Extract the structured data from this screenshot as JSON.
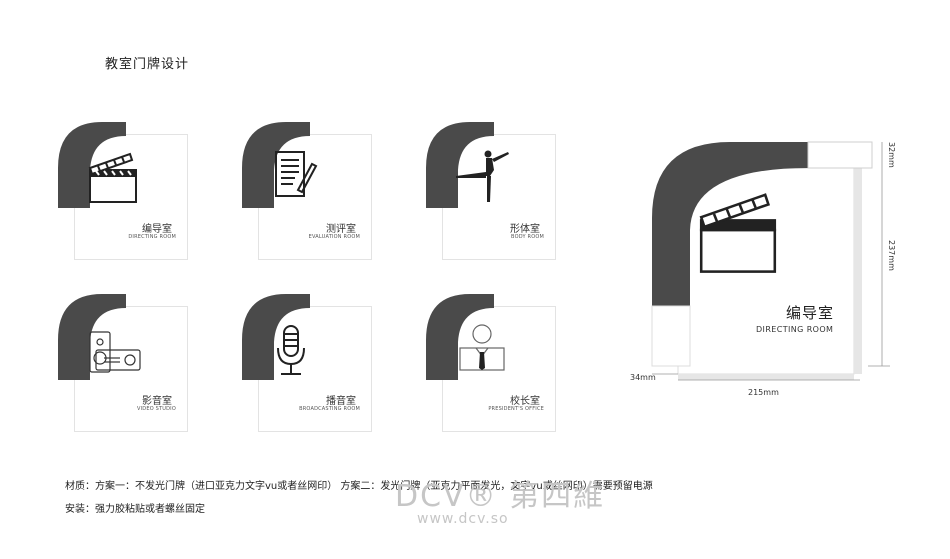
{
  "title": "教室门牌设计",
  "signs": [
    {
      "cn": "编导室",
      "en": "DIRECTING ROOM",
      "icon": "clapperboard-icon"
    },
    {
      "cn": "测评室",
      "en": "EVALUATION ROOM",
      "icon": "notepad-pen-icon"
    },
    {
      "cn": "形体室",
      "en": "BODY ROOM",
      "icon": "ballet-dancer-icon"
    },
    {
      "cn": "影音室",
      "en": "VIDEO STUDIO",
      "icon": "projector-icon"
    },
    {
      "cn": "播音室",
      "en": "BROADCASTING ROOM",
      "icon": "microphone-icon"
    },
    {
      "cn": "校长室",
      "en": "PRESIDENT'S OFFICE",
      "icon": "person-tie-icon"
    }
  ],
  "detail": {
    "cn": "编导室",
    "en": "DIRECTING ROOM",
    "dim_top": "32mm",
    "dim_height": "237mm",
    "dim_left": "34mm",
    "dim_width": "215mm"
  },
  "materials": "材质：方案一：不发光门牌（进口亚克力文字vu或者丝网印）    方案二：发光门牌（亚克力平面发光，文字vu或丝网印）需要预留电源",
  "install": "安装：强力胶粘贴或者螺丝固定",
  "watermark": {
    "logo": "DCV® 第四維",
    "url": "www.dcv.so"
  },
  "colors": {
    "accent": "#4a4a4a",
    "plate_border": "#e3e3e3"
  }
}
